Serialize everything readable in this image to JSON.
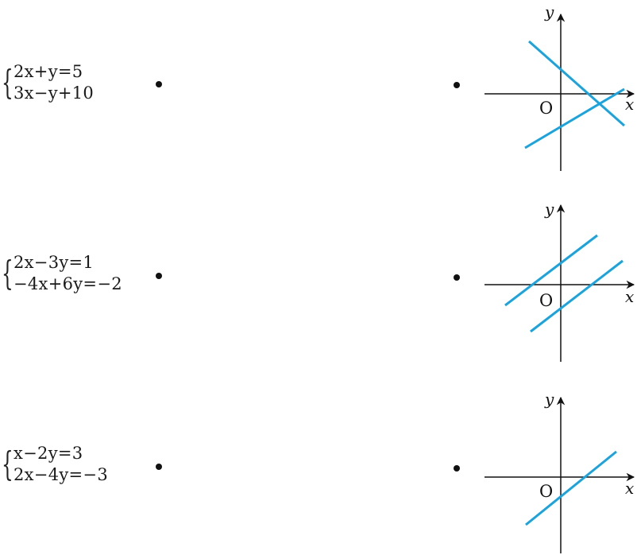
{
  "systems": [
    {
      "eq1": "2x+y=5",
      "eq2": "3x−y+10"
    },
    {
      "eq1": "2x−3y=1",
      "eq2": "−4x+6y=−2"
    },
    {
      "eq1": "x−2y=3",
      "eq2": "2x−4y=−3"
    }
  ],
  "graphs": {
    "x_label": "x",
    "y_label": "y",
    "origin_label": "O",
    "line_color": "#1aa3dc",
    "graph_1": {
      "description_lines": 2,
      "relation": "intersecting"
    },
    "graph_2": {
      "description_lines": 2,
      "relation": "parallel"
    },
    "graph_3": {
      "description_lines": 1,
      "relation": "single line"
    }
  }
}
